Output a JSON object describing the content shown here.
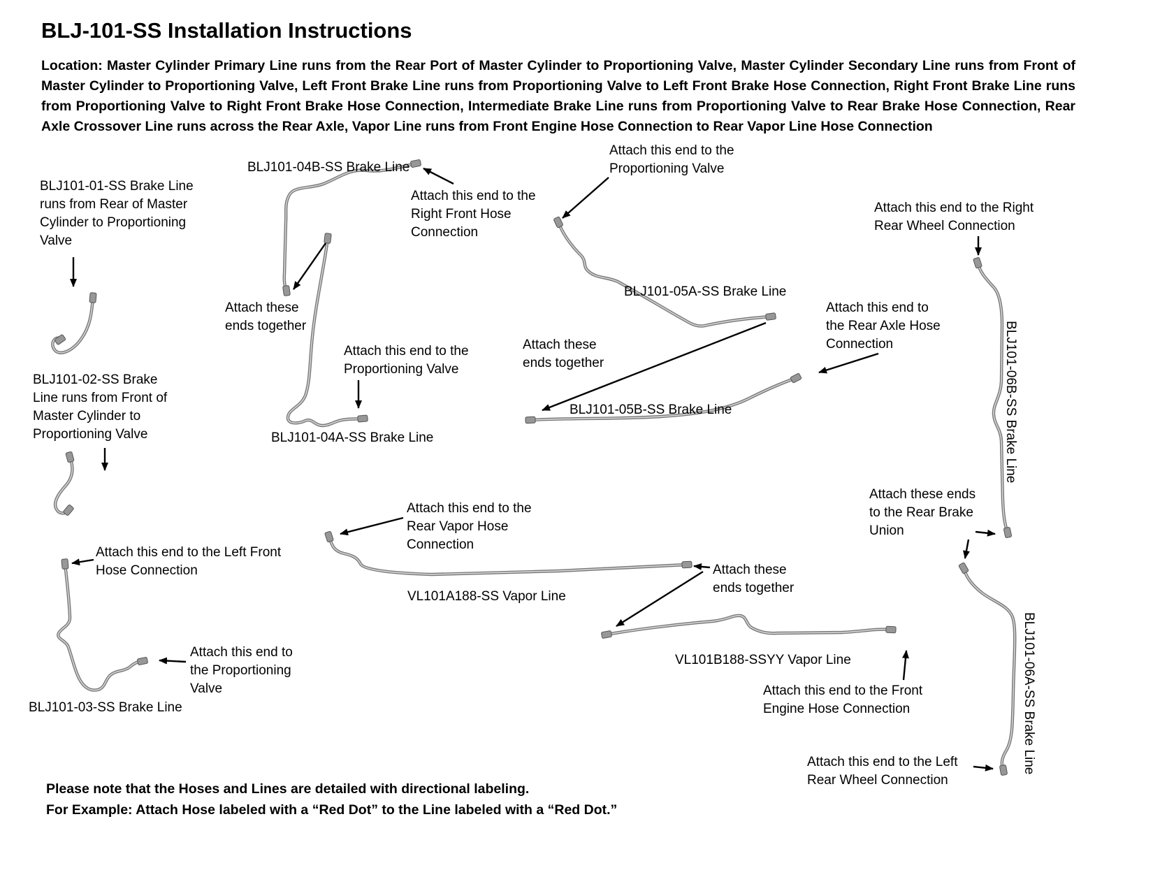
{
  "doc": {
    "title": "BLJ-101-SS Installation Instructions",
    "location": "Location: Master Cylinder Primary Line runs from the Rear Port of Master Cylinder to Proportioning Valve, Master Cylinder Secondary Line runs from Front of Master Cylinder to Proportioning Valve, Left Front Brake Line runs from Proportioning Valve to Left Front Brake Hose Connection, Right Front Brake Line runs from Proportioning Valve to Right Front Brake Hose Connection, Intermediate Brake Line runs from Proportioning Valve to Rear Brake Hose Connection, Rear Axle Crossover Line runs across the Rear Axle, Vapor Line runs from Front Engine Hose Connection to Rear Vapor Line Hose Connection",
    "note1": "Please note that the Hoses and Lines are detailed with directional labeling.",
    "note2": "For Example: Attach Hose labeled with a “Red Dot” to the Line labeled with a “Red Dot.”"
  },
  "parts": {
    "p01": "BLJ101-01-SS Brake Line runs from Rear of Master Cylinder to Proportioning Valve",
    "p02": "BLJ101-02-SS Brake Line runs from Front of Master Cylinder to Proportioning Valve",
    "p03": "BLJ101-03-SS Brake Line",
    "p04a": "BLJ101-04A-SS Brake Line",
    "p04b": "BLJ101-04B-SS Brake Line",
    "p05a": "BLJ101-05A-SS Brake Line",
    "p05b": "BLJ101-05B-SS Brake Line",
    "p06a": "BLJ101-06A-SS Brake Line",
    "p06b": "BLJ101-06B-SS Brake Line",
    "vla": "VL101A188-SS Vapor Line",
    "vlb": "VL101B188-SSYY Vapor Line"
  },
  "annotations": {
    "pv_05a": "Attach this end to the Proportioning Valve",
    "rf_04b": "Attach this end to the Right Front Hose Connection",
    "rr_06b": "Attach this end to the Right Rear Wheel Connection",
    "together_04": "Attach these ends together",
    "pv_04a": "Attach this end to the Proportioning Valve",
    "together_05": "Attach these ends together",
    "ra_05b": "Attach this end to the Rear Axle Hose Connection",
    "lf_03": "Attach this end to the Left Front Hose Connection",
    "pv_03": "Attach this end to the Proportioning Valve",
    "rv_vla": "Attach this end to the Rear Vapor Hose Connection",
    "together_vl": "Attach these ends together",
    "union_06": "Attach these ends to the Rear Brake Union",
    "fe_vlb": "Attach this end to the Front Engine Hose Connection",
    "lr_06a": "Attach this end to the Left Rear Wheel Connection"
  }
}
